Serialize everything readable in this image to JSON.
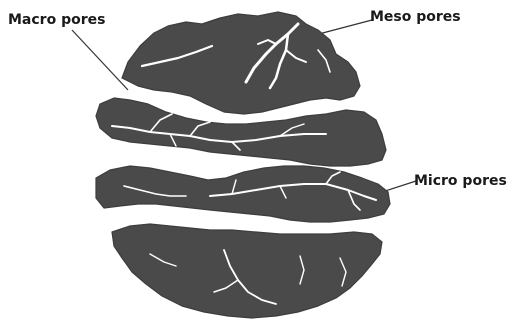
{
  "labels": {
    "macro": "Macro pores",
    "meso": "Meso pores",
    "micro": "Micro pores"
  },
  "colors": {
    "aggregate": "#4a4a4a",
    "pore": "#ffffff",
    "text": "#1a1a1a",
    "leader": "#333333"
  }
}
